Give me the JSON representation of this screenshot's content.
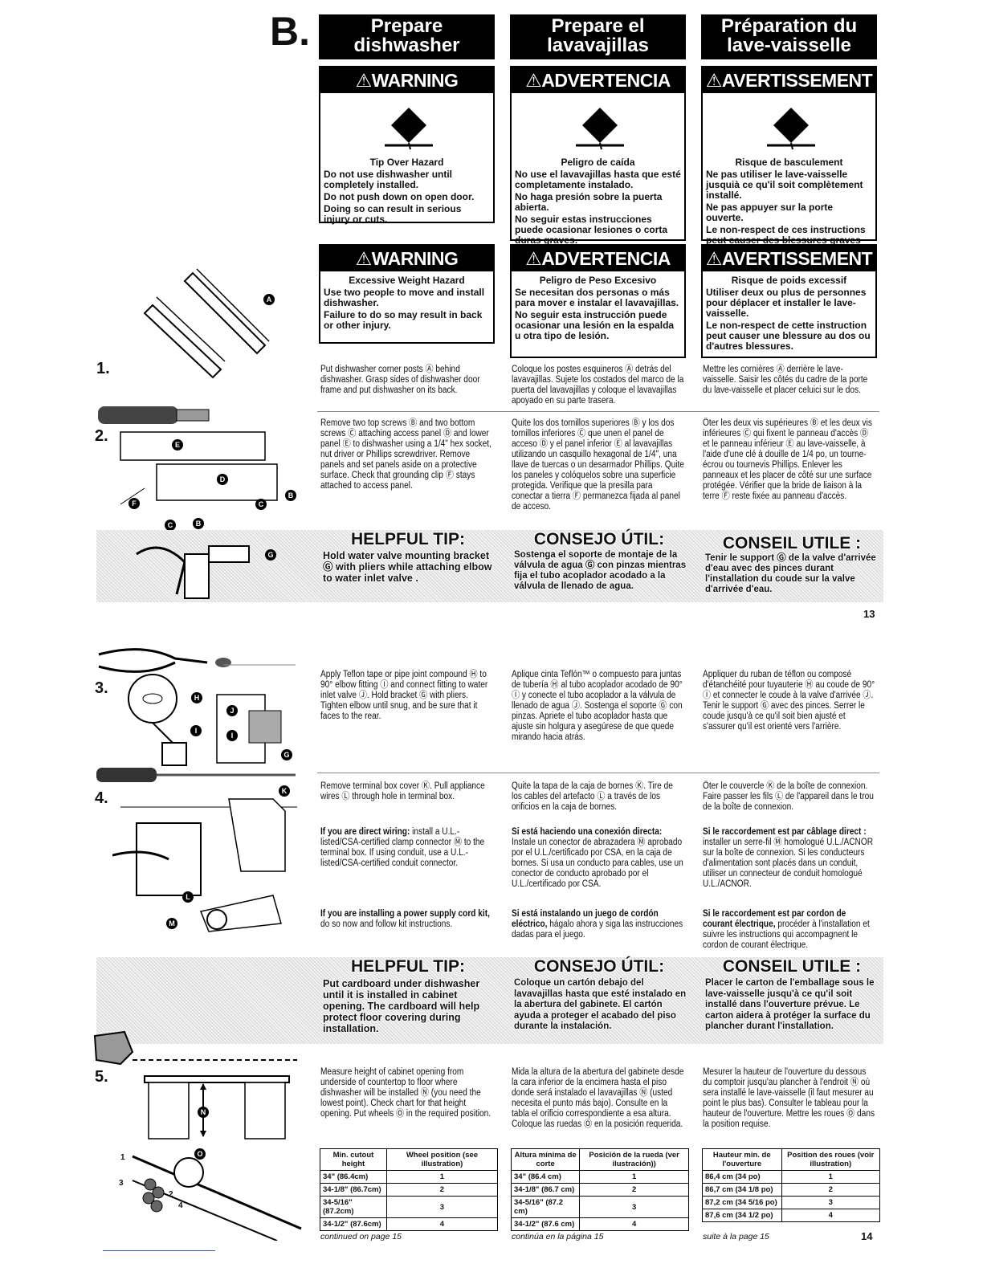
{
  "section_letter": "B.",
  "headers": [
    {
      "line1": "Prepare",
      "line2": "dishwasher"
    },
    {
      "line1": "Prepare el",
      "line2": "lavavajillas"
    },
    {
      "line1": "Préparation du",
      "line2": "lave-vaisselle"
    }
  ],
  "warning1": [
    {
      "label": "⚠WARNING",
      "title": "Tip Over Hazard",
      "lines": [
        "Do not use dishwasher until completely installed.",
        "Do not push down on open door.",
        "Doing so can result in serious injury or cuts."
      ]
    },
    {
      "label": "⚠ADVERTENCIA",
      "title": "Peligro de caída",
      "lines": [
        "No use el lavavajillas hasta que esté completamente instalado.",
        "No haga presión sobre la puerta abierta.",
        "No seguir estas instrucciones puede ocasionar lesiones o corta duras graves."
      ]
    },
    {
      "label": "⚠AVERTISSEMENT",
      "title": "Risque de basculement",
      "lines": [
        "Ne pas utiliser le lave-vaisselle jusquià ce qu'il soit complètement installé.",
        "Ne pas appuyer sur la porte ouverte.",
        "Le non-respect de ces instructions peut causer des blessures graves ou des coupures."
      ]
    }
  ],
  "warning2": [
    {
      "label": "⚠WARNING",
      "title": "Excessive Weight Hazard",
      "lines": [
        "Use two people to move and install dishwasher.",
        "Failure to do so may result in back or other injury."
      ]
    },
    {
      "label": "⚠ADVERTENCIA",
      "title": "Peligro de Peso Excesivo",
      "lines": [
        "Se necesitan dos personas o más para mover e instalar el lavavajillas.",
        "No seguir esta instrucción puede ocasionar una lesión en la espalda u otra tipo de lesión."
      ]
    },
    {
      "label": "⚠AVERTISSEMENT",
      "title": "Risque de poids excessif",
      "lines": [
        "Utiliser deux ou plus de personnes pour déplacer et installer le lave-vaisselle.",
        "Le non-respect de cette instruction peut causer une blessure au dos ou d'autres blessures."
      ]
    }
  ],
  "steps": {
    "s1": {
      "num": "1.",
      "texts": [
        "Put dishwasher corner posts Ⓐ behind dishwasher. Grasp sides of dishwasher door frame and put dishwasher on its back.",
        "Coloque los postes esquineros Ⓐ detrás del lavavajillas. Sujete los costados del marco de la puerta del lavavajillas y coloque el lavavajillas apoyado en su parte trasera.",
        "Mettre les cornières Ⓐ derrière le lave-vaisselle. Saisir les côtés du cadre de la porte du lave-vaisselle et placer celuici sur le dos."
      ]
    },
    "s2": {
      "num": "2.",
      "texts": [
        "Remove two top screws Ⓑ and two bottom screws Ⓒ attaching access panel Ⓓ and lower panel Ⓔ to dishwasher using a 1/4\" hex socket, nut driver or Phillips screwdriver. Remove panels and set panels aside on a protective surface. Check that grounding clip Ⓕ stays attached to access panel.",
        "Quite los dos tornillos superiores Ⓑ y los dos tornillos inferiores Ⓒ que unen el panel de acceso Ⓓ y el panel inferior Ⓔ al lavavajillas utilizando un casquillo hexagonal de 1/4\", una llave de tuercas o un desarmador Phillips. Quite los paneles y colóquelos sobre una superficie protegida. Verifique que la presilla para conectar a tierra Ⓕ permanezca fijada al panel de acceso.",
        "Ôter les deux vis supérieures Ⓑ et les deux vis inférieures Ⓒ qui fixent le panneau d'accès Ⓓ et le panneau inférieur Ⓔ au lave-vaisselle, à l'aide d'une clé à douille de 1/4 po, un tourne-écrou ou tournevis Phillips. Enlever les panneaux et les placer de côté sur une surface protégée. Vérifier que la bride de liaison à la terre Ⓕ reste fixée au panneau d'accès."
      ]
    },
    "s3": {
      "num": "3.",
      "texts": [
        "Apply Teflon tape or pipe joint compound Ⓗ to 90° elbow fitting Ⓘ and connect fitting to water inlet valve Ⓙ. Hold bracket Ⓖ with pliers. Tighten elbow until snug, and be sure that it faces to the rear.",
        "Aplique cinta Teflón™ o compuesto para juntas de tubería Ⓗ al tubo acoplador acodado de 90° Ⓘ y conecte el tubo acoplador a la válvula de llenado de agua Ⓙ. Sostenga el soporte Ⓖ con pinzas. Apriete el tubo acoplador hasta que ajuste sin holgura y asegúrese de que quede mirando hacia atrás.",
        "Appliquer du ruban de téflon ou composé d'étanchéité pour tuyauterie Ⓗ au coude de 90° Ⓘ et connecter le coude à la valve d'arrivée Ⓙ. Tenir le support Ⓖ avec des pinces. Serrer le coude jusqu'à ce qu'il soit bien ajusté et s'assurer qu'il est orienté vers l'arrière."
      ]
    },
    "s4": {
      "num": "4.",
      "texts": [
        "Remove terminal box cover Ⓚ. Pull appliance wires Ⓛ through hole in terminal box.",
        "Quite la tapa de la caja de bornes Ⓚ. Tire de los cables del artefacto Ⓛ a través de los orificios en la caja de bornes.",
        "Ôter le couvercle Ⓚ de la boîte de connexion. Faire passer les fils Ⓛ de l'appareil dans le trou de la boîte de connexion."
      ],
      "direct_heads": [
        "If you are direct wiring:",
        "Si está haciendo una conexión directa:",
        "Si le raccordement est par câblage direct :"
      ],
      "direct_texts": [
        " install a U.L.-listed/CSA-certified clamp connector Ⓜ to the terminal box. If using conduit, use a U.L.-listed/CSA-certified conduit connector.",
        " Instale un conector de abrazadera Ⓜ aprobado por el U.L./certificado por CSA, en la caja de bornes. Si usa un conducto para cables, use un conector de conducto aprobado por el U.L./certificado por CSA.",
        " installer un serre-fil Ⓜ homologué U.L./ACNOR sur la boîte de connexion. Si les conducteurs d'alimentation sont placés dans un conduit, utiliser un connecteur de conduit homologué U.L./ACNOR."
      ],
      "cord_heads": [
        "If you are installing a power supply cord kit,",
        "Si está instalando un juego de cordón eléctrico,",
        "Si le raccordement est par cordon de courant électrique,"
      ],
      "cord_texts": [
        " do so now and follow kit instructions.",
        " hágalo ahora y siga las instrucciones dadas para el juego.",
        " procéder à l'installation et suivre les instructions qui accompagnent le cordon de courant électrique."
      ]
    },
    "s5": {
      "num": "5.",
      "texts": [
        "Measure height of cabinet opening from underside of countertop to floor where dishwasher will be installed Ⓝ (you need the lowest point). Check chart for that height opening. Put wheels Ⓞ in the required position.",
        "Mida la altura de la abertura del gabinete desde la cara inferior de la encimera hasta el piso donde será instalado el lavavajillas Ⓝ (usted necesita el punto más bajo). Consulte en la tabla el orificio correspondiente a esa altura. Coloque las ruedas Ⓞ en la posición requerida.",
        "Mesurer la hauteur de l'ouverture du dessous du comptoir jusqu'au plancher à l'endroit Ⓝ où sera installé le lave-vaisselle (il faut mesurer au point le plus bas). Consulter le tableau pour la hauteur de l'ouverture. Mettre les roues Ⓞ dans la position requise."
      ]
    }
  },
  "tips1": [
    {
      "head": "HELPFUL TIP:",
      "text": "Hold water valve mounting bracket Ⓖ with pliers while attaching elbow to water inlet valve ."
    },
    {
      "head": "CONSEJO ÚTIL:",
      "text": "Sostenga el soporte de montaje de la válvula de agua Ⓖ con pinzas mientras fija el tubo acoplador acodado a la válvula de llenado de agua."
    },
    {
      "head": "CONSEIL UTILE :",
      "text": "Tenir le support Ⓖ de la valve d'arrivée d'eau avec des pinces durant l'installation du coude sur la valve d'arrivée d'eau."
    }
  ],
  "tips2": [
    {
      "head": "HELPFUL TIP:",
      "text": "Put cardboard under dishwasher until it is installed in cabinet opening. The cardboard will help protect floor covering during installation."
    },
    {
      "head": "CONSEJO ÚTIL:",
      "text": "Coloque un cartón debajo del lavavajillas hasta que esté instalado en la abertura del gabinete. El cartón ayuda a proteger el acabado del piso durante la instalación."
    },
    {
      "head": "CONSEIL UTILE :",
      "text": "Placer le carton de l'emballage sous le lave-vaisselle jusqu'à ce qu'il soit installé dans l'ouverture prévue. Le carton aidera à protéger la surface du plancher durant l'installation."
    }
  ],
  "tables": [
    {
      "h1": "Min. cutout height",
      "h2": "Wheel position (see illustration)",
      "rows": [
        [
          "34\" (86.4cm)",
          "1"
        ],
        [
          "34-1/8\" (86.7cm)",
          "2"
        ],
        [
          "34-5/16\" (87.2cm)",
          "3"
        ],
        [
          "34-1/2\" (87.6cm)",
          "4"
        ]
      ]
    },
    {
      "h1": "Altura mínima de corte",
      "h2": "Posición de la rueda (ver ilustración))",
      "rows": [
        [
          "34\" (86.4 cm)",
          "1"
        ],
        [
          "34-1/8\" (86.7 cm)",
          "2"
        ],
        [
          "34-5/16\" (87.2 cm)",
          "3"
        ],
        [
          "34-1/2\" (87.6 cm)",
          "4"
        ]
      ]
    },
    {
      "h1": "Hauteur min. de l'ouverture",
      "h2": "Position des roues (voir illustration)",
      "rows": [
        [
          "86,4 cm (34 po)",
          "1"
        ],
        [
          "86,7 cm (34 1/8 po)",
          "2"
        ],
        [
          "87,2 cm (34 5/16 po)",
          "3"
        ],
        [
          "87,6 cm (34 1/2 po)",
          "4"
        ]
      ]
    }
  ],
  "continued": [
    "continued on page 15",
    "continúa en la página 15",
    "suite à la page 15"
  ],
  "page_numbers": {
    "top": "13",
    "bottom": "14"
  },
  "callouts": {
    "A": "A",
    "B": "B",
    "C": "C",
    "D": "D",
    "E": "E",
    "F": "F",
    "G": "G",
    "H": "H",
    "I": "I",
    "J": "J",
    "K": "K",
    "L": "L",
    "M": "M",
    "N": "N",
    "O": "O"
  },
  "wheel_labels": [
    "1",
    "2",
    "3",
    "4"
  ]
}
